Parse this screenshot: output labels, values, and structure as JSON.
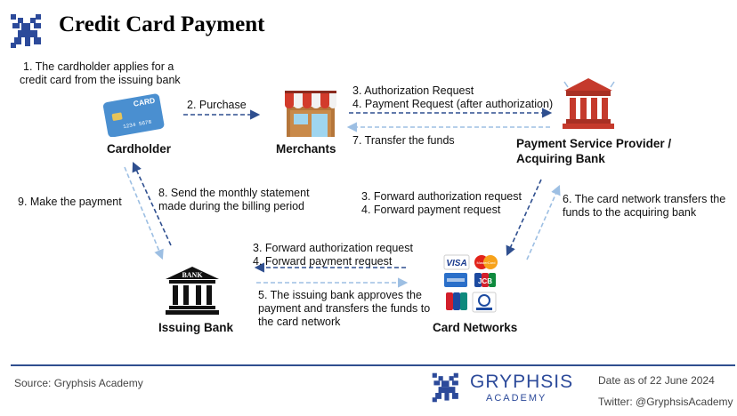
{
  "title": "Credit Card Payment",
  "nodes": {
    "cardholder": "Cardholder",
    "merchants": "Merchants",
    "psp_line1": "Payment  Service Provider /",
    "psp_line2": "Acquiring Bank",
    "issuing_bank": "Issuing Bank",
    "card_networks": "Card Networks"
  },
  "card": {
    "label": "CARD",
    "number": "1234 5678"
  },
  "bank_sign": "BANK",
  "steps": {
    "s1_line1": "1. The cardholder applies for a",
    "s1_line2": "credit card from the issuing bank",
    "s2": "2. Purchase",
    "s3a": "3. Authorization Request",
    "s3b": "4. Payment Request (after authorization)",
    "s7": "7. Transfer the funds",
    "s9": "9. Make the payment",
    "s8_line1": "8. Send the monthly statement",
    "s8_line2": "made during the billing period",
    "fwd_right_line1": "3. Forward authorization request",
    "fwd_right_line2": "4. Forward payment request",
    "s6_line1": "6. The card network transfers the",
    "s6_line2": "funds to the acquiring bank",
    "fwd_bottom_line1": "3. Forward authorization request",
    "fwd_bottom_line2": "4. Forward payment request",
    "s5_line1": "5. The issuing bank approves the",
    "s5_line2": "payment and transfers the funds to",
    "s5_line3": "the card network"
  },
  "card_brands": {
    "visa": "VISA",
    "mastercard": "MasterCard",
    "jcb": "JCB",
    "unionpay": "UnionPay",
    "diners": "DC"
  },
  "footer": {
    "source": "Source: Gryphsis Academy",
    "brand_name": "GRYPHSIS",
    "brand_sub": "ACADEMY",
    "date": "Date as of 22 June 2024",
    "twitter": "Twitter: @GryphsisAcademy"
  },
  "colors": {
    "dark_arrow": "#2f4f8f",
    "light_arrow": "#9dbfe3",
    "brand_blue": "#2c4a9a",
    "merchant_red": "#d23b2b",
    "psp_red": "#c53a2c",
    "card_blue": "#4a8fd0"
  },
  "icons": [
    "gryphon-logo-icon",
    "credit-card-icon",
    "store-icon",
    "bank-building-icon",
    "issuing-bank-icon",
    "card-networks-icon"
  ]
}
